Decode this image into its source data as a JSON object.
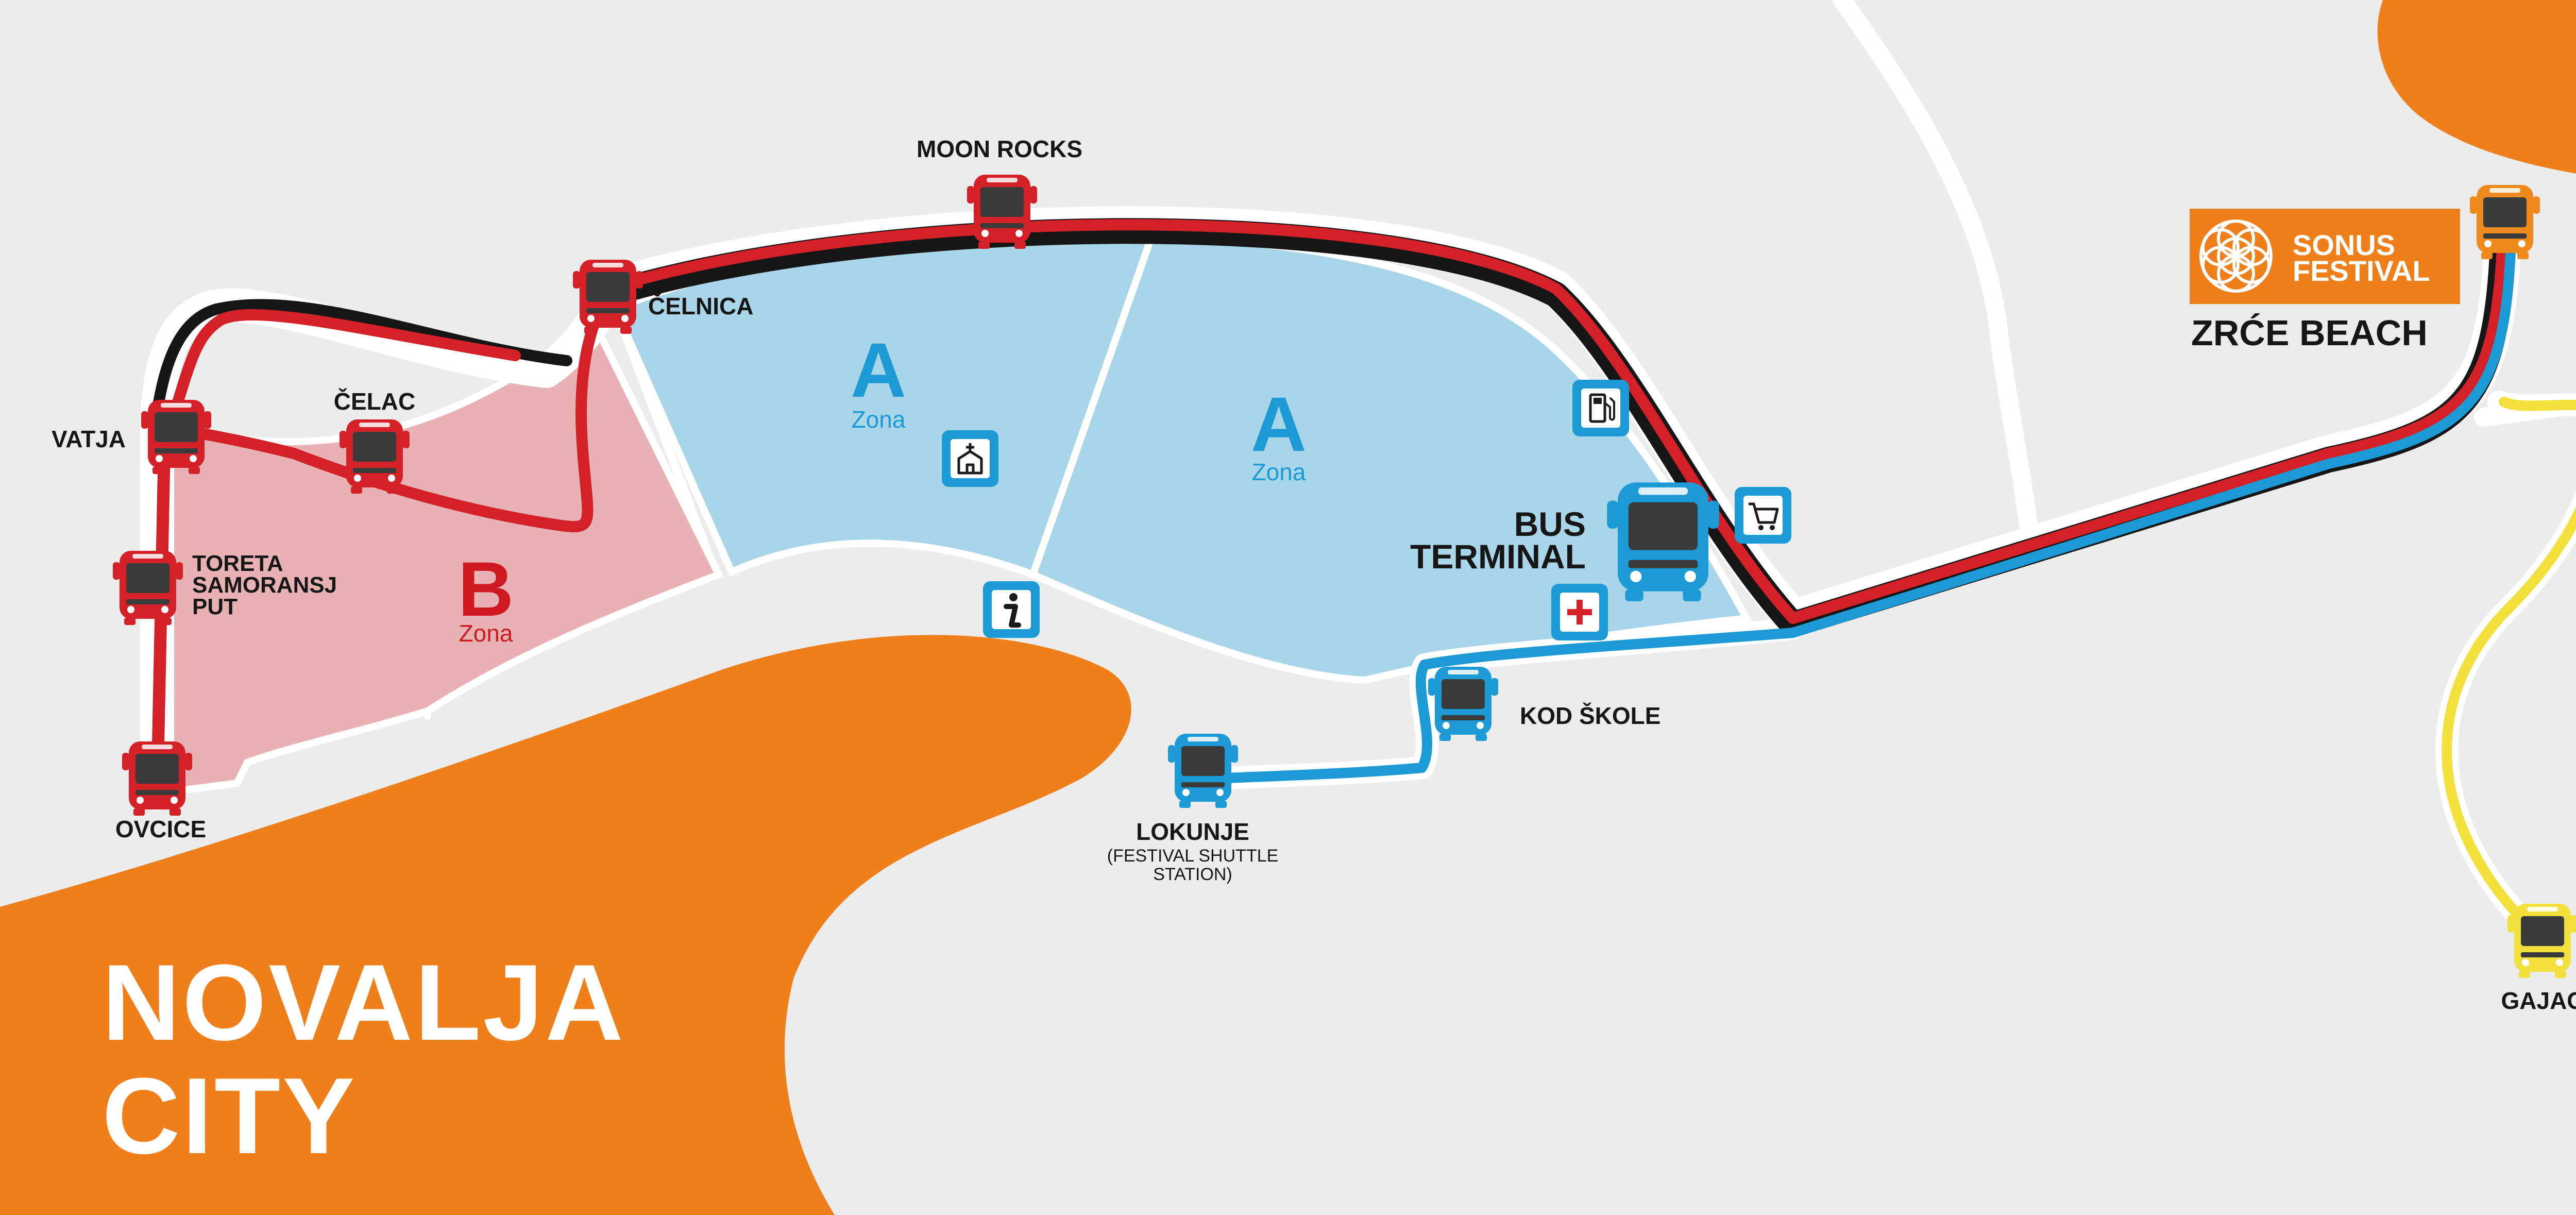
{
  "city": {
    "line1": "NOVALJA",
    "line2": "CITY"
  },
  "beach": {
    "title": "ZRĆE BEACH",
    "festival_line1": "SONUS",
    "festival_line2": "FESTIVAL"
  },
  "zones": [
    {
      "letter": "A",
      "word": "Zona"
    },
    {
      "letter": "A",
      "word": "Zona"
    },
    {
      "letter": "B",
      "word": "Zona"
    }
  ],
  "stops": {
    "moon_rocks": "MOON ROCKS",
    "celnica": "ČELNICA",
    "celac": "ČELAC",
    "vatja": "VATJA",
    "toreta_1": "TORETA",
    "toreta_2": "SAMORANSJ",
    "toreta_3": "PUT",
    "ovcice": "OVCICE",
    "bus_terminal_1": "BUS",
    "bus_terminal_2": "TERMINAL",
    "kod_skole": "KOD ŠKOLE",
    "lokunje": "LOKUNJE",
    "lokunje_sub1": "(FESTIVAL SHUTTLE",
    "lokunje_sub2": "STATION)",
    "gajac": "GAJAC"
  },
  "icons": {
    "church": "church-icon",
    "info": "info-icon",
    "fuel": "fuel-icon",
    "shop": "shopping-cart-icon",
    "medical": "first-aid-icon",
    "festival_logo": "flower-of-life-icon",
    "bus": "bus-icon"
  },
  "colors": {
    "background": "#ececec",
    "sea": "#ef7f1a",
    "zone_a": "#a8d5e8",
    "zone_b": "#e8b1b3",
    "zone_a_text": "#1b9ad6",
    "zone_b_text": "#d0191f",
    "red_route": "#d42027",
    "black_route": "#161616",
    "blue_route": "#1b9ad6",
    "yellow_route": "#f2e13d",
    "orange_bus": "#f08a1c",
    "road": "#ffffff"
  }
}
